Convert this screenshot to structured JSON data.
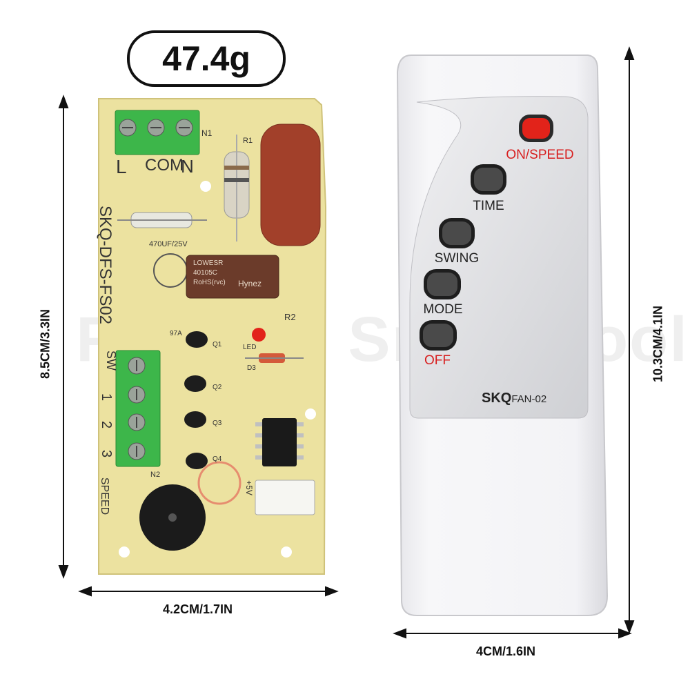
{
  "weight": "47.4g",
  "watermark": "Fengshi Smart Tool",
  "board": {
    "width_label": "4.2CM/1.7IN",
    "height_label": "8.5CM/3.3IN",
    "silkscreen": {
      "model": "SKQ-DFS-FS02",
      "terminal_in": [
        "L",
        "COM",
        "N"
      ],
      "terminal_in_tag": "N1",
      "terminal_out": [
        "SW",
        "1",
        "2",
        "3",
        "SPEED"
      ],
      "terminal_out_tag": "N2",
      "cap_rating": "470UF/25V",
      "cap_text": [
        "LOWESR",
        "40105C",
        "RoHS(rvc)",
        "Hynez"
      ],
      "parts": [
        "R2",
        "LED",
        "D3",
        "Q1",
        "Q2",
        "Q3",
        "Q4",
        "+5V",
        "97A",
        "R1"
      ]
    }
  },
  "remote": {
    "width_label": "4CM/1.6IN",
    "height_label": "10.3CM/4.1IN",
    "buttons": [
      {
        "label": "ON/SPEED",
        "color": "#e2231a"
      },
      {
        "label": "TIME",
        "color": "#4a4a4a"
      },
      {
        "label": "SWING",
        "color": "#4a4a4a"
      },
      {
        "label": "MODE",
        "color": "#4a4a4a"
      },
      {
        "label": "OFF",
        "color": "#4a4a4a"
      }
    ],
    "model_main": "SKQ",
    "model_sub": "FAN-02"
  },
  "colors": {
    "pcb": "#ece2a0",
    "terminal": "#3db64a",
    "capacitor_film": "#a2402a",
    "label_red": "#d81e1e"
  }
}
